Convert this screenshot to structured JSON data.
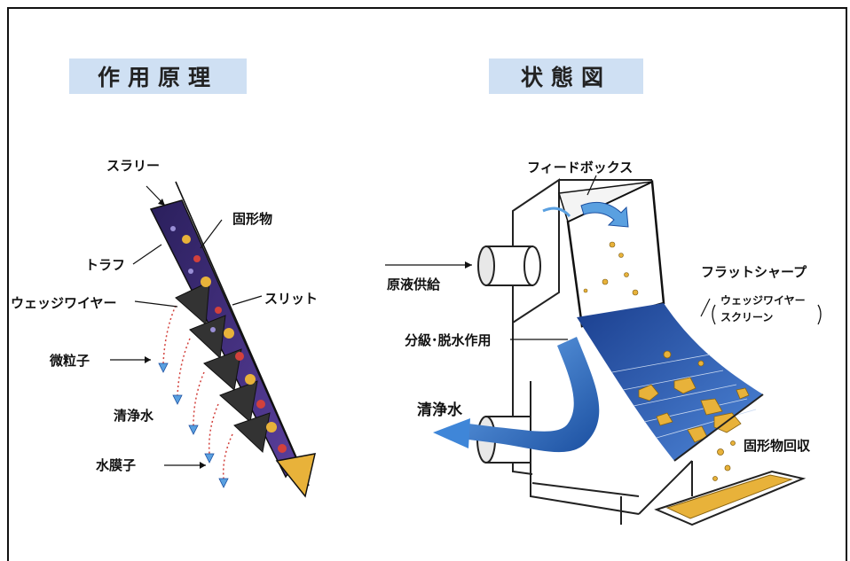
{
  "titles": {
    "principle": "作用原理",
    "state": "状態図"
  },
  "principle_labels": {
    "slurry": "スラリー",
    "solids": "固形物",
    "trough": "トラフ",
    "slit": "スリット",
    "wedge_wire": "ウェッジワイヤー",
    "fine_particles": "微粒子",
    "clean_water": "清浄水",
    "water_film": "水膜子"
  },
  "state_labels": {
    "feed_box": "フィードボックス",
    "raw_liquid_supply": "原液供給",
    "flat_sharp": "フラットシャープ",
    "wedge_wire_screen_line1": "ウェッジワイヤー",
    "wedge_wire_screen_line2": "スクリーン",
    "classify_dewater": "分級･脱水作用",
    "clean_water": "清浄水",
    "solids_recovery": "固形物回収"
  },
  "colors": {
    "title_bg": "#cfe0f3",
    "slurry_dark": "#3a2a6e",
    "water_blue": "#2e6fc4",
    "particle_yellow": "#e8b23a",
    "particle_red": "#d2413c"
  }
}
